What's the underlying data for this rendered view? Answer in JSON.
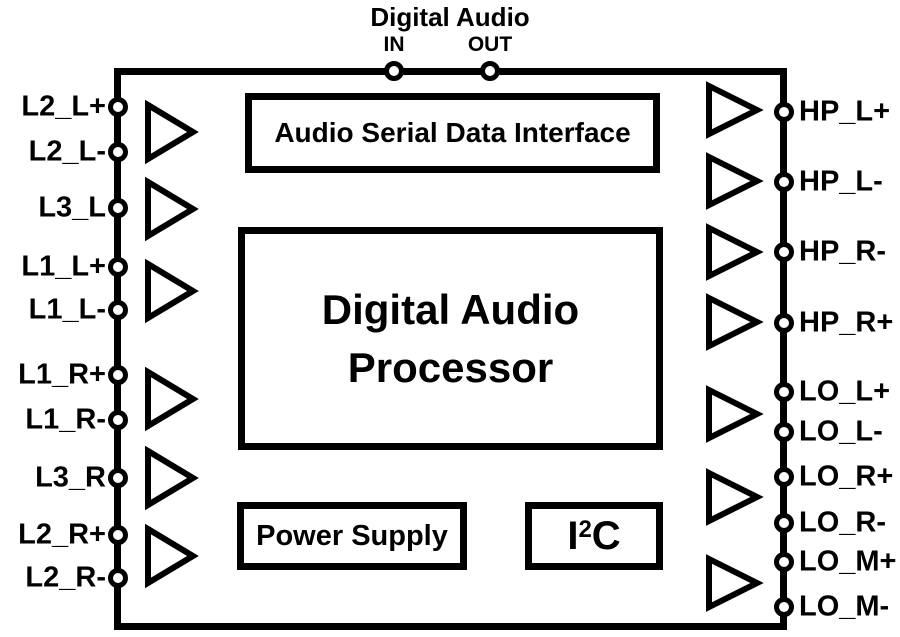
{
  "figure": {
    "top": {
      "title": "Digital Audio",
      "in_label": "IN",
      "out_label": "OUT"
    },
    "blocks": {
      "asdi": {
        "label": "Audio Serial Data Interface"
      },
      "dap": {
        "label_line1": "Digital Audio",
        "label_line2": "Processor"
      },
      "power": {
        "label": "Power Supply"
      },
      "i2c": {
        "base": "I",
        "sup": "2",
        "tail": "C"
      }
    },
    "left_pins": [
      {
        "label": "L2_L+"
      },
      {
        "label": "L2_L-"
      },
      {
        "label": "L3_L"
      },
      {
        "label": "L1_L+"
      },
      {
        "label": "L1_L-"
      },
      {
        "label": "L1_R+"
      },
      {
        "label": "L1_R-"
      },
      {
        "label": "L3_R"
      },
      {
        "label": "L2_R+"
      },
      {
        "label": "L2_R-"
      }
    ],
    "right_pins": [
      {
        "label": "HP_L+"
      },
      {
        "label": "HP_L-"
      },
      {
        "label": "HP_R-"
      },
      {
        "label": "HP_R+"
      },
      {
        "label": "LO_L+"
      },
      {
        "label": "LO_L-"
      },
      {
        "label": "LO_R+"
      },
      {
        "label": "LO_R-"
      },
      {
        "label": "LO_M+"
      },
      {
        "label": "LO_M-"
      }
    ],
    "colors": {
      "line": "#000000",
      "background": "#ffffff"
    }
  }
}
